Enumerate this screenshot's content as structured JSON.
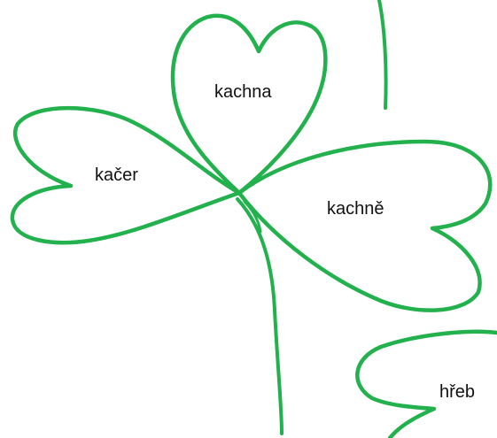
{
  "colors": {
    "stroke": "#22b14c",
    "text": "#111111",
    "background": "#ffffff"
  },
  "leaves": {
    "top": "kachna",
    "left": "kačer",
    "right": "kachně",
    "extra": "hřeb"
  }
}
